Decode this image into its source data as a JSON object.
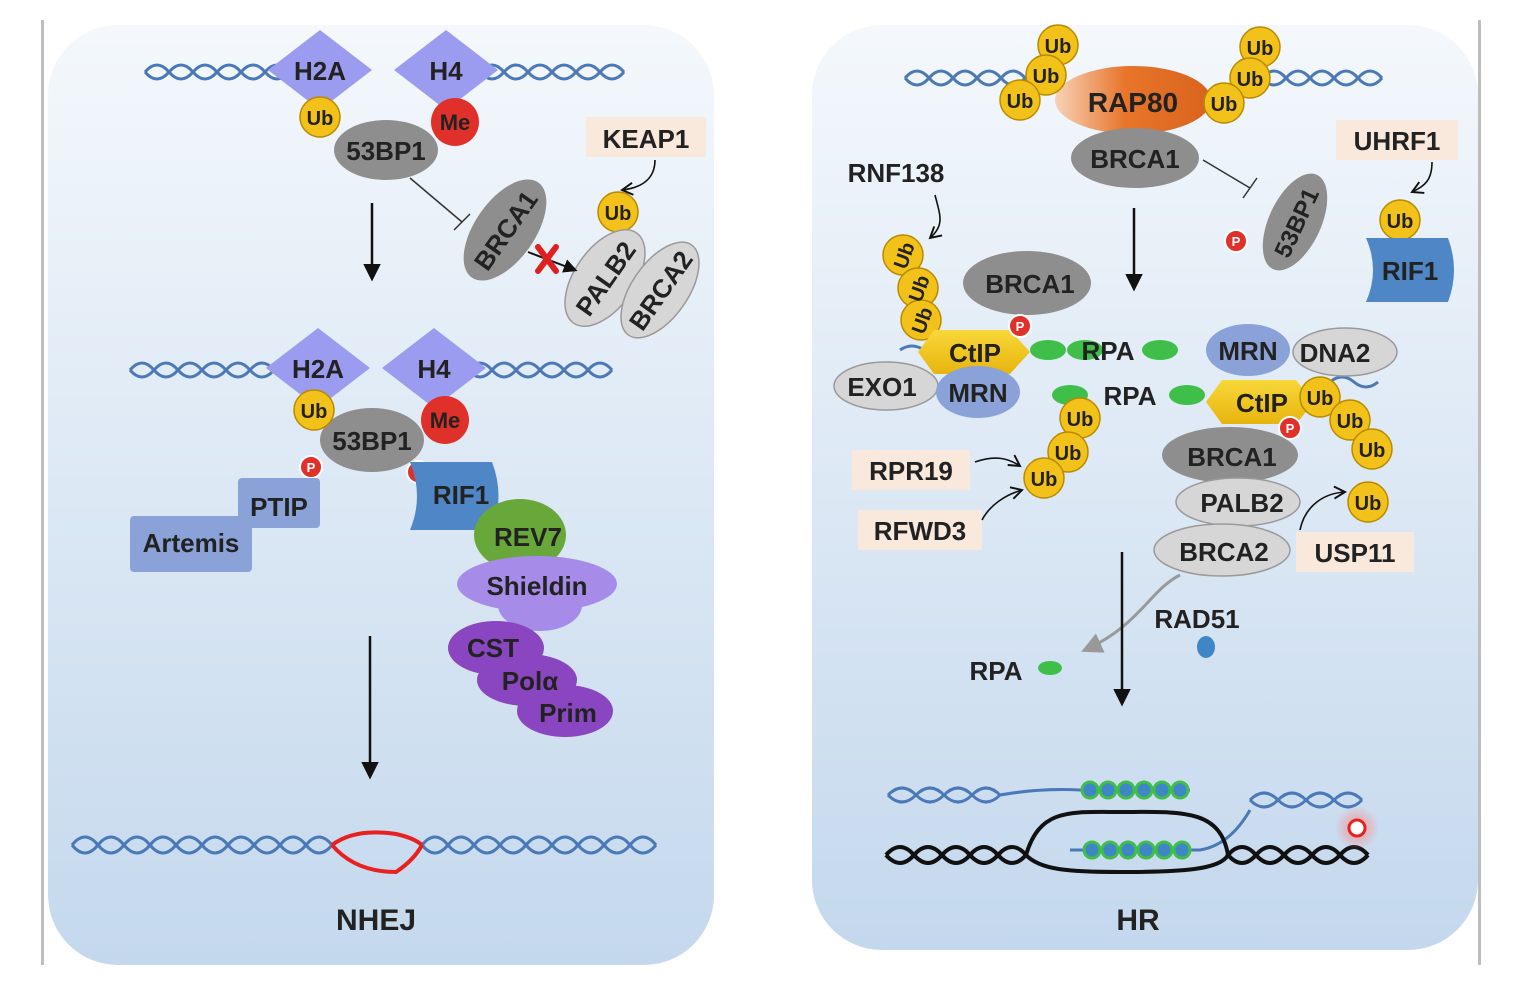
{
  "nhej": {
    "histones": {
      "h2a": "H2A",
      "h4": "H4"
    },
    "modifications": {
      "ub": "Ub",
      "me": "Me",
      "p": "P"
    },
    "proteins": {
      "bp53": "53BP1",
      "brca1": "BRCA1",
      "keap1": "KEAP1",
      "palb2": "PALB2",
      "brca2": "BRCA2",
      "ptip": "PTIP",
      "artemis": "Artemis",
      "rif1": "RIF1",
      "rev7": "REV7",
      "shieldin": "Shieldin",
      "cst": "CST",
      "pola": "Polα",
      "prim": "Prim"
    },
    "label": "NHEJ"
  },
  "hr": {
    "modifications": {
      "ub": "Ub",
      "p": "P"
    },
    "proteins": {
      "rap80": "RAP80",
      "brca1": "BRCA1",
      "bp53": "53BP1",
      "uhrf1": "UHRF1",
      "rif1": "RIF1",
      "rnf138": "RNF138",
      "ctip": "CtIP",
      "rpa": "RPA",
      "mrn": "MRN",
      "dna2": "DNA2",
      "exo1": "EXO1",
      "rpr19": "RPR19",
      "rfwd3": "RFWD3",
      "palb2": "PALB2",
      "brca2": "BRCA2",
      "usp11": "USP11",
      "rad51": "RAD51"
    },
    "label": "HR"
  },
  "colors": {
    "panel": "#cfe0f0",
    "histone": "#9b9bf0",
    "ub": "#f3c21a",
    "me": "#e0302a",
    "gray_protein": "#8e8e8e",
    "light_protein": "#d6d6d6",
    "rif1": "#4f86c6",
    "rev7": "#68a83a",
    "shieldin": "#a68ce8",
    "cst": "#8a45c0",
    "rap80": "#e8752a",
    "rpa": "#3fbe4a",
    "rad51": "#3f86c6",
    "label_box": "#f9e8dc",
    "break": "#e82020"
  }
}
